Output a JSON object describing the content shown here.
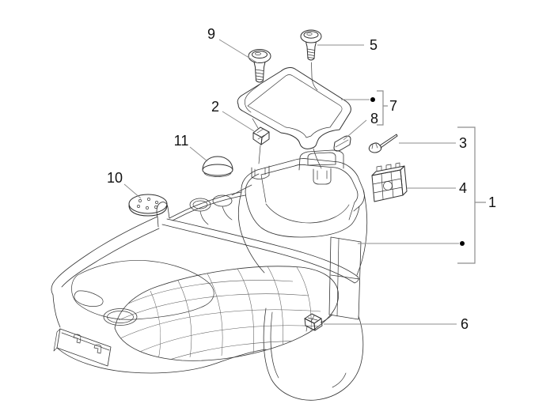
{
  "diagram": {
    "type": "exploded-parts-diagram",
    "subject": "scooter-helmet-box-under-seat-compartment",
    "background_color": "#ffffff",
    "line_color": "#2f2f2f",
    "leader_color": "#8d8d8d",
    "label_color": "#111111",
    "callouts": [
      {
        "label": "1"
      },
      {
        "label": "2"
      },
      {
        "label": "3"
      },
      {
        "label": "4"
      },
      {
        "label": "5"
      },
      {
        "label": "6"
      },
      {
        "label": "7"
      },
      {
        "label": "8"
      },
      {
        "label": "9"
      },
      {
        "label": "10"
      },
      {
        "label": "11"
      }
    ]
  }
}
